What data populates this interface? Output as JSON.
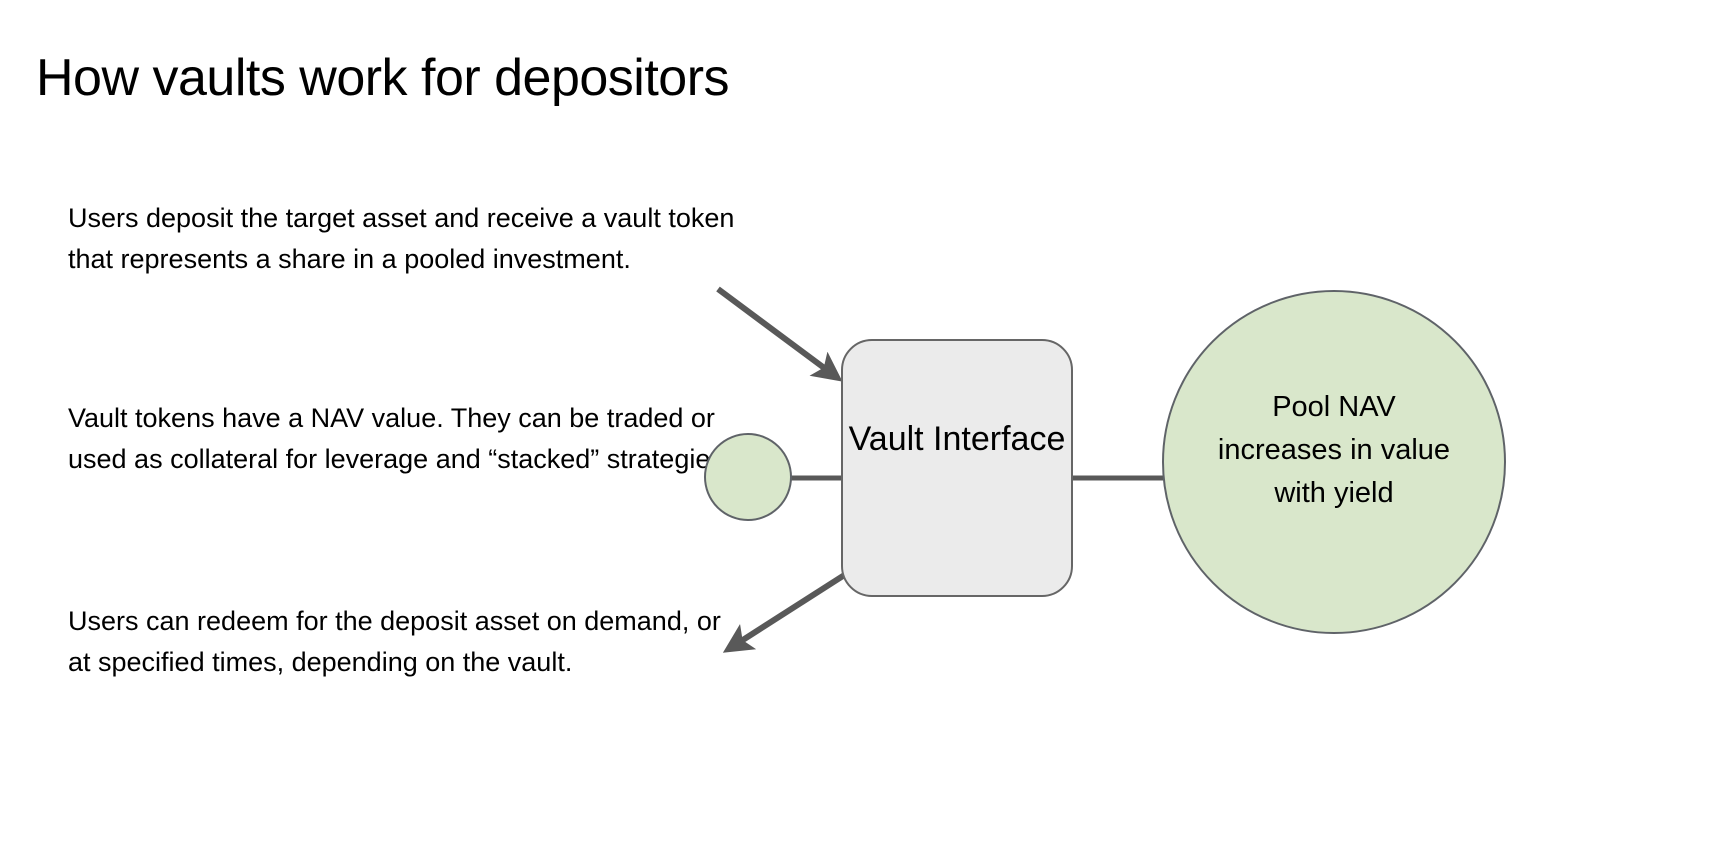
{
  "slide": {
    "title": "How vaults work for depositors",
    "background_color": "#ffffff"
  },
  "notes": [
    {
      "id": "deposit-note",
      "text": "Users deposit the target asset and receive a vault token that represents a share in a pooled investment."
    },
    {
      "id": "nav-note",
      "text": "Vault tokens have a NAV value. They can be traded or used as collateral for leverage and “stacked” strategies"
    },
    {
      "id": "redeem-note",
      "text": "Users can redeem for the deposit asset on demand, or at specified times, depending on the vault."
    }
  ],
  "diagram": {
    "vault_box": {
      "label": "Vault Interface",
      "fill": "#ebebeb",
      "stroke": "#666666"
    },
    "pool_circle": {
      "label": "Pool NAV increases in value with yield",
      "fill": "#d9e7cb",
      "stroke": "#5f6368"
    },
    "token_circle": {
      "label": "",
      "fill": "#d9e7cb",
      "stroke": "#5f6368"
    },
    "connector_color": "#595959",
    "arrow_color": "#595959",
    "deposit_arrow_name": "deposit-arrow",
    "redeem_arrow_name": "redeem-arrow"
  }
}
